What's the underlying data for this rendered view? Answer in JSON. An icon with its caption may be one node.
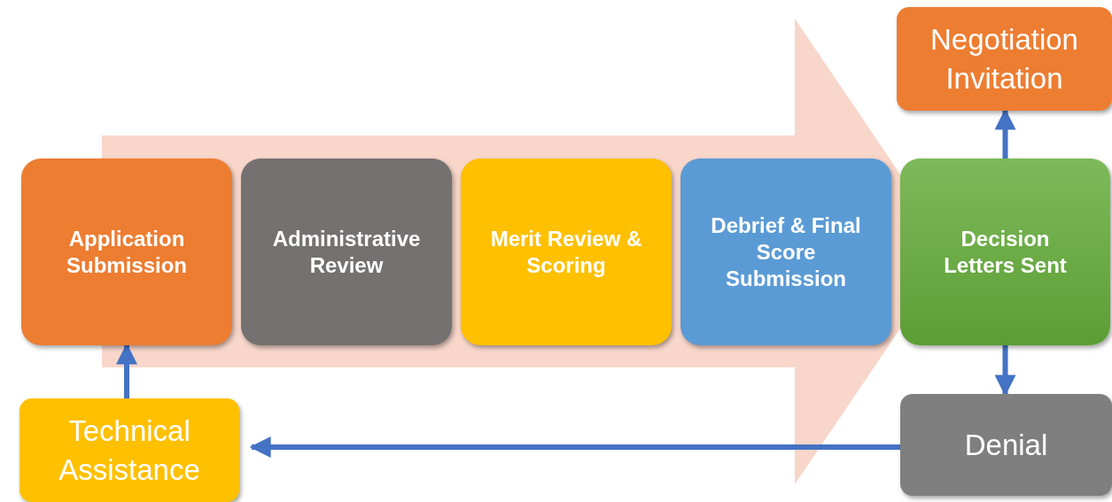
{
  "diagram": {
    "nodes": [
      {
        "text": [
          "Application Submission"
        ]
      },
      {
        "text": [
          "Administrative Review"
        ]
      },
      {
        "text": [
          "Merit Review & Scoring"
        ]
      },
      {
        "text": [
          "Debrief & Final Score Submission"
        ]
      },
      {
        "text": [
          "Decision Letters Sent"
        ]
      },
      {
        "text": [
          "Negotiation Invitation"
        ]
      },
      {
        "text": [
          "Denial"
        ]
      },
      {
        "text": [
          "Technical Assistance"
        ]
      }
    ],
    "edges": [
      {
        "from": 4,
        "to": 5,
        "arrow": "to"
      },
      {
        "from": 4,
        "to": 6,
        "arrow": "to"
      },
      {
        "from": 6,
        "to": 7,
        "arrow": "to"
      },
      {
        "from": 7,
        "to": 0,
        "arrow": "to"
      },
      {
        "from": 0,
        "to": 4,
        "arrow": "to",
        "style": "thick",
        "color": "#f8d6ca"
      }
    ]
  }
}
